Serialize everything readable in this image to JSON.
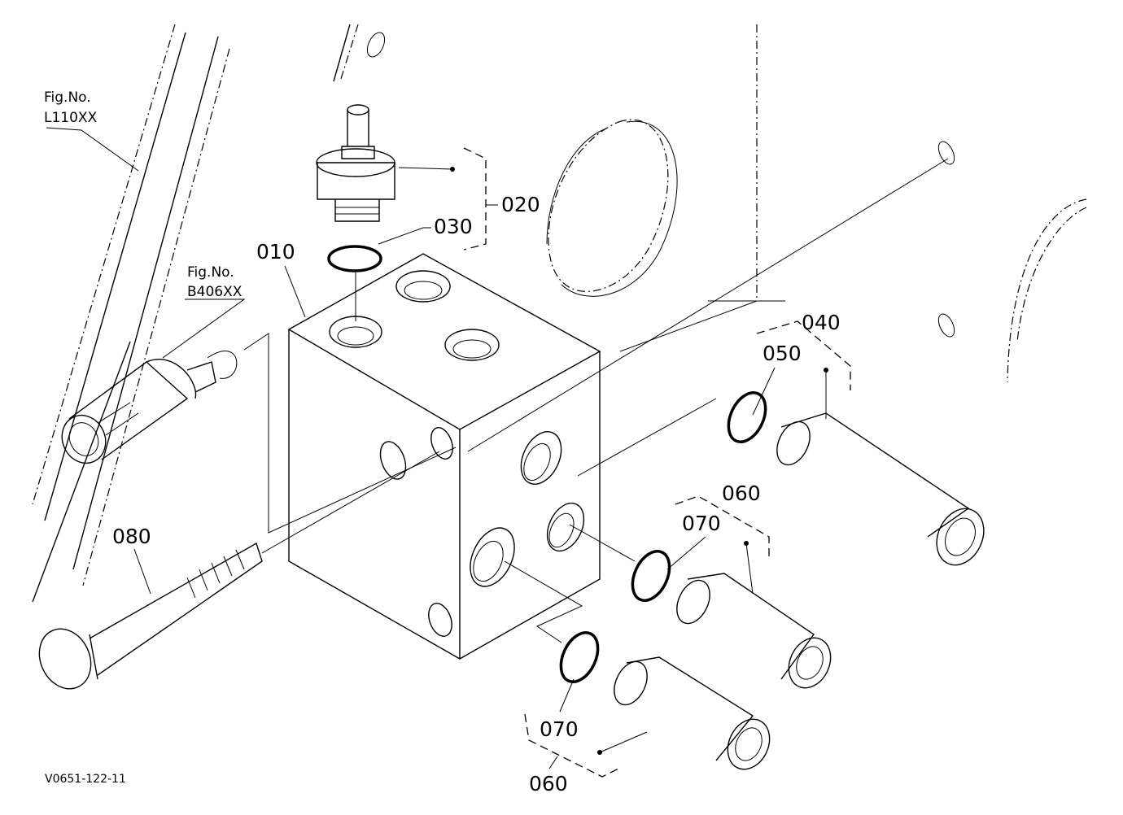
{
  "diagram": {
    "figure_refs": [
      {
        "line1": "Fig.No.",
        "line2": "L110XX"
      },
      {
        "line1": "Fig.No.",
        "line2": "B406XX"
      }
    ],
    "parts": {
      "p010": "010",
      "p020": "020",
      "p030": "030",
      "p040": "040",
      "p050": "050",
      "p060a": "060",
      "p070a": "070",
      "p070b": "070",
      "p060b": "060",
      "p080": "080"
    },
    "drawing_code": "V0651-122-11"
  }
}
